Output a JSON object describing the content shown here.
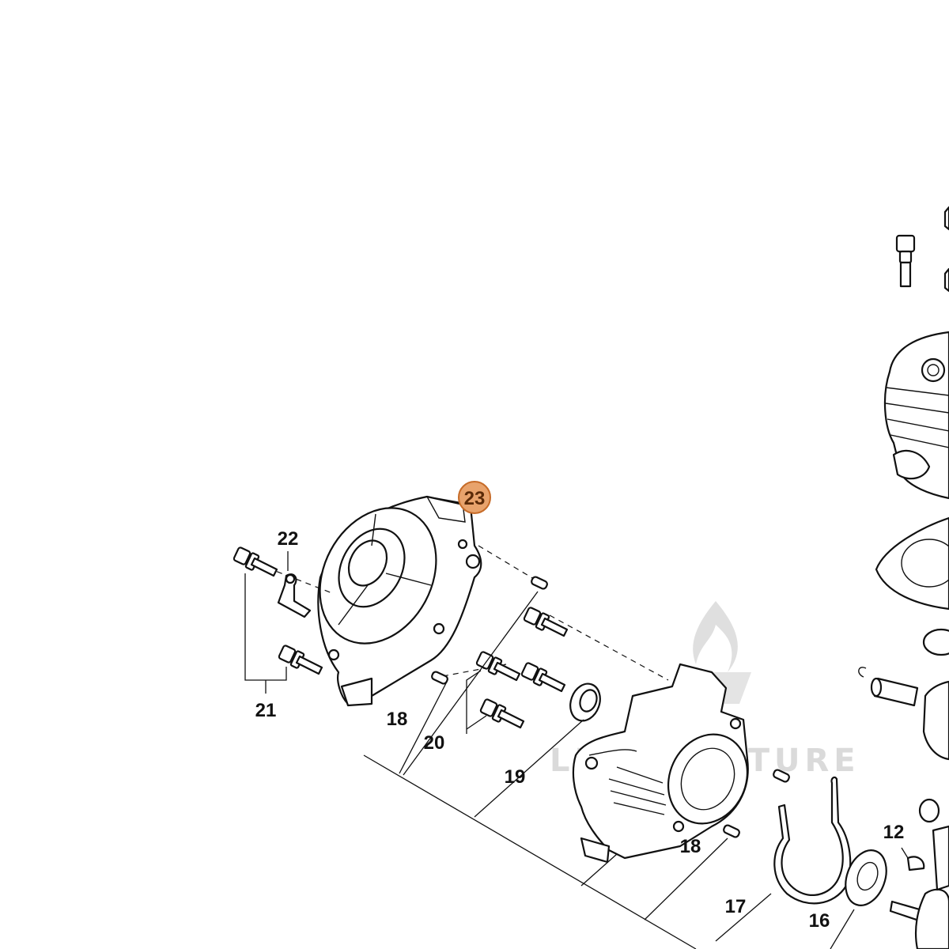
{
  "diagram": {
    "callouts": {
      "c23": "23",
      "c22": "22",
      "c21": "21",
      "c18a": "18",
      "c20": "20",
      "c19": "19",
      "c18b": "18",
      "c17": "17",
      "c16": "16",
      "c12": "12"
    },
    "highlight": {
      "label": "23",
      "fill_color": "#e8a36c",
      "ring_color": "#c66b28",
      "text_color": "#5a2a08"
    },
    "watermark": {
      "text": "LEADVENTURE",
      "color": "#d6d6d6",
      "icon": "flame-logo-icon"
    }
  }
}
